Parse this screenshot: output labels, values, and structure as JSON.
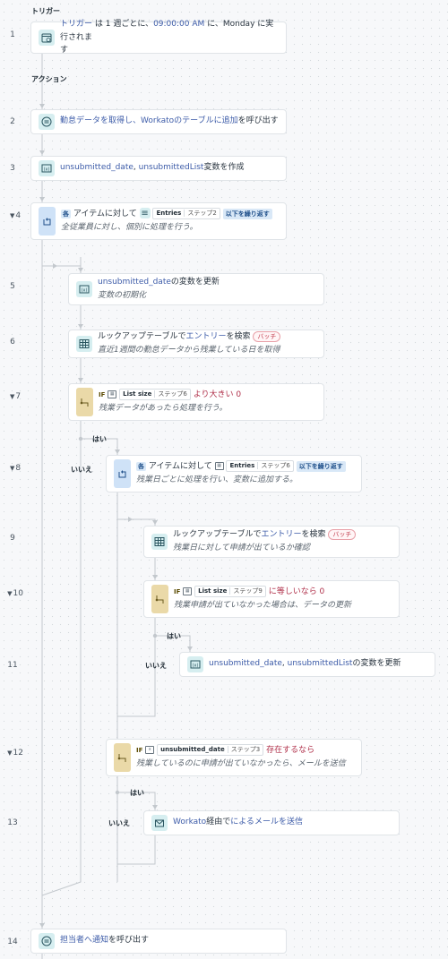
{
  "sections": {
    "trigger": "トリガー",
    "action": "アクション"
  },
  "branches": {
    "yes": "はい",
    "no": "いいえ"
  },
  "steps": [
    {
      "num": "1",
      "icon": "clock-calendar-icon",
      "line": {
        "a_link": "トリガー",
        "b": " は 1 週ごとに、",
        "c_link": "09:00:00 AM",
        "d": " に、Monday に実行されま",
        "e": "す"
      }
    },
    {
      "num": "2",
      "icon": "call-recipe-icon",
      "line": {
        "a_link": "勤怠データを取得し、Workatoのテーブルに追加",
        "b": "を呼び出す"
      }
    },
    {
      "num": "3",
      "icon": "variable-icon",
      "line": {
        "a_link": "unsubmitted_date",
        "b": ", ",
        "c_link": "unsubmittedList",
        "d": "変数を作成"
      }
    },
    {
      "num": "4",
      "icon": "repeat-icon",
      "keyword": "各",
      "text": "アイテムに対して",
      "tag_name": "Entries",
      "tag_step": "ステップ2",
      "repeat": "以下を繰り返す",
      "sub": "全従業員に対し、個別に処理を行う。"
    },
    {
      "num": "5",
      "icon": "variable-icon",
      "line": {
        "a_link": "unsubmitted_date",
        "b": "の変数を更新"
      },
      "sub": "変数の初期化"
    },
    {
      "num": "6",
      "icon": "table-icon",
      "line": {
        "a": "ルックアップテーブルで",
        "b_link": "エントリー",
        "c": "を検索"
      },
      "badge": "バッチ",
      "sub": "直近1週間の勤怠データから残業している日を取得"
    },
    {
      "num": "7",
      "icon": "if-branch-icon",
      "keyword": "IF",
      "tag_name": "List size",
      "tag_step": "ステップ6",
      "cond": "より大きい 0",
      "sub": "残業データがあったら処理を行う。"
    },
    {
      "num": "8",
      "icon": "repeat-icon",
      "keyword": "各",
      "text": "アイテムに対して",
      "tag_name": "Entries",
      "tag_step": "ステップ6",
      "repeat": "以下を繰り返す",
      "sub": "残業日ごとに処理を行い、変数に追加する。"
    },
    {
      "num": "9",
      "icon": "table-icon",
      "line": {
        "a": "ルックアップテーブルで",
        "b_link": "エントリー",
        "c": "を検索"
      },
      "badge": "バッチ",
      "sub": "残業日に対して申請が出ているか確認"
    },
    {
      "num": "10",
      "icon": "if-branch-icon",
      "keyword": "IF",
      "tag_name": "List size",
      "tag_step": "ステップ9",
      "cond": "に等しいなら 0",
      "sub": "残業申請が出ていなかった場合は、データの更新"
    },
    {
      "num": "11",
      "icon": "variable-icon",
      "line": {
        "a_link": "unsubmitted_date",
        "b": ", ",
        "c_link": "unsubmittedList",
        "d": "の変数を更新"
      }
    },
    {
      "num": "12",
      "icon": "if-branch-icon",
      "keyword": "IF",
      "tag_name": "unsubmitted_date",
      "tag_step": "ステップ3",
      "cond": "存在するなら",
      "sub": "残業しているのに申請が出ていなかったら、メールを送信"
    },
    {
      "num": "13",
      "icon": "email-icon",
      "line": {
        "a_link": "Workato",
        "b": "経由で",
        "c_link": "による",
        "d_link": "メールを送信"
      }
    },
    {
      "num": "14",
      "icon": "call-recipe-icon",
      "line": {
        "a_link": "担当者へ通知",
        "b": "を呼び出す"
      }
    }
  ]
}
